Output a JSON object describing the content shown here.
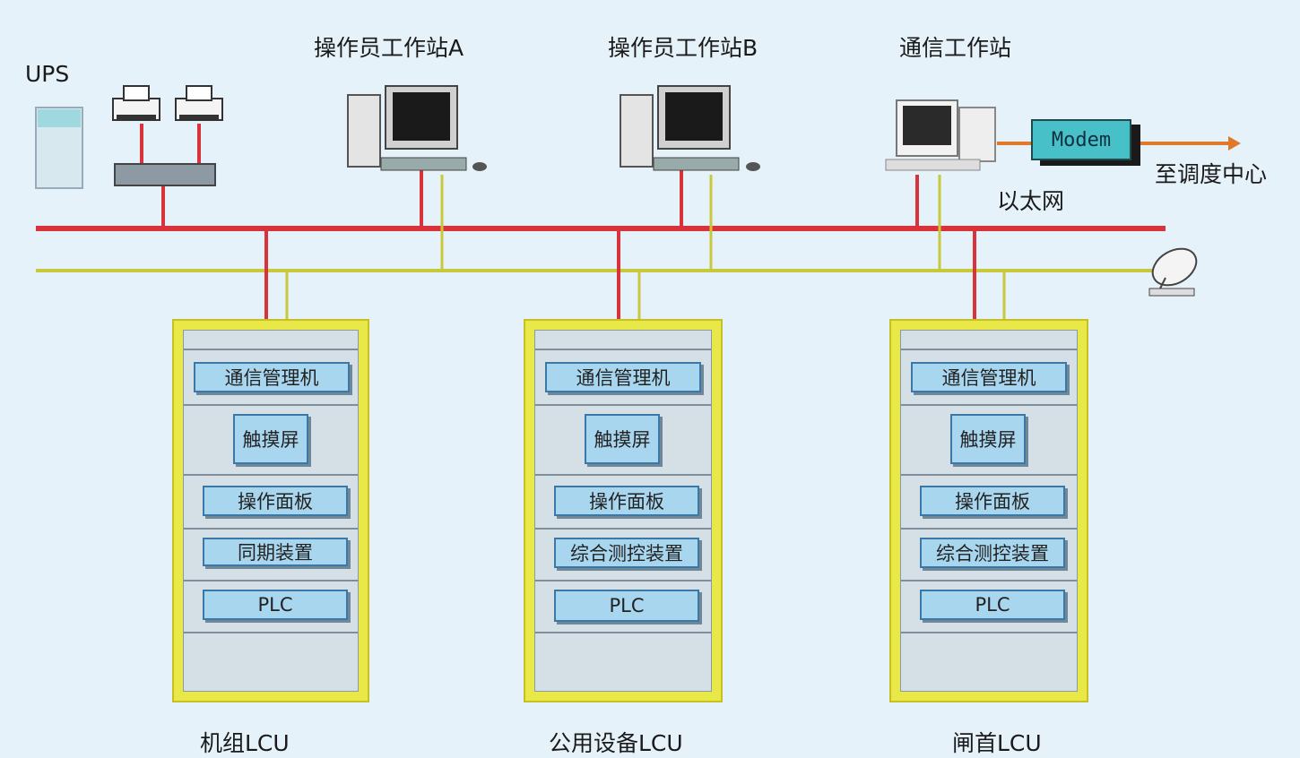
{
  "labels": {
    "ups": "UPS",
    "station_a": "操作员工作站A",
    "station_b": "操作员工作站B",
    "comm_station": "通信工作站",
    "ethernet": "以太网",
    "dispatch": "至调度中心",
    "modem": "Modem"
  },
  "cabinets": [
    {
      "name": "机组LCU",
      "modules": [
        "通信管理机",
        "触摸屏",
        "操作面板",
        "同期装置",
        "PLC"
      ]
    },
    {
      "name": "公用设备LCU",
      "modules": [
        "通信管理机",
        "触摸屏",
        "操作面板",
        "综合测控装置",
        "PLC"
      ]
    },
    {
      "name": "闸首LCU",
      "modules": [
        "通信管理机",
        "触摸屏",
        "操作面板",
        "综合测控装置",
        "PLC"
      ]
    }
  ],
  "colors": {
    "background": "#e6f2f9",
    "bus_red": "#d8333a",
    "bus_yellow": "#c8c83a",
    "cabinet_frame": "#e8e848",
    "module_fill": "#a9d6ef",
    "modem_fill": "#48c0c8"
  }
}
